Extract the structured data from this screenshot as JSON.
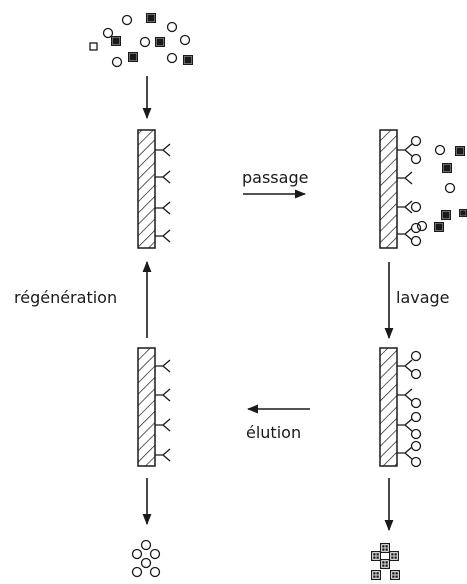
{
  "labels": {
    "passage": "passage",
    "lavage": "lavage",
    "elution": "élution",
    "regeneration": "régénération"
  },
  "colors": {
    "stroke": "#1a1a1a",
    "label": "#1a1a1a",
    "background": "#ffffff"
  }
}
